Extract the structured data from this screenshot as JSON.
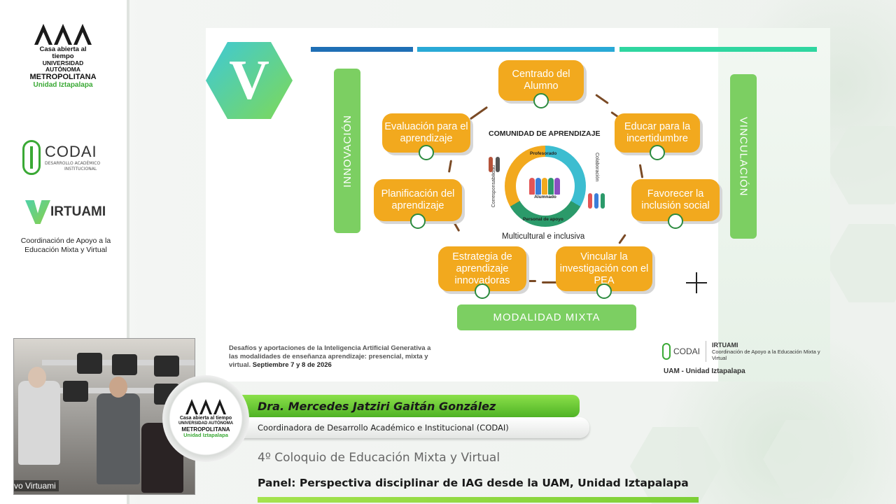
{
  "sidebar": {
    "uam_logo": {
      "line1": "Casa abierta al tiempo",
      "line2": "UNIVERSIDAD AUTÓNOMA",
      "line3": "METROPOLITANA",
      "line4": "Unidad Iztapalapa"
    },
    "codai": {
      "name": "CODAI",
      "subtitle_1": "DESARROLLO ACADÉMICO",
      "subtitle_2": "INSTITUCIONAL"
    },
    "virtuami": {
      "name": "IRTUAMI"
    },
    "coordination": "Coordinación de Apoyo a la Educación Mixta y Virtual"
  },
  "slide": {
    "left_pill": "INNOVACIÓN",
    "right_pill": "VINCULACIÓN",
    "bottom_pill": "MODALIDAD MIXTA",
    "center_title": "COMUNIDAD DE APRENDIZAJE",
    "center_subtitle": "Multicultural e inclusiva",
    "ring_top": "Profesorado",
    "ring_middle": "Alumnado",
    "ring_bottom": "Personal de apoyo",
    "left_side_label": "Corresponsabilidad",
    "right_side_label": "Colaboración",
    "nodes": [
      "Centrado del Alumno",
      "Educar para la incertidumbre",
      "Favorecer la inclusión social",
      "Vincular la investigación con el PEA",
      "Estrategia de aprendizaje innovadoras",
      "Planificación del aprendizaje",
      "Evaluación para el aprendizaje"
    ],
    "footer_text": "Desafíos y aportaciones de la Inteligencia Artificial Generativa a las modalidades de enseñanza aprendizaje: presencial, mixta y virtual.",
    "footer_dates": "Septiembre 7 y 8 de 2026",
    "footer_codai": "CODAI",
    "footer_virtuami": "IRTUAMI",
    "footer_virtuami_sub": "Coordinación de Apoyo a la Educación Mixta y Virtual",
    "footer_campus": "UAM - Unidad Iztapalapa",
    "colors": {
      "node": "#f2a91e",
      "pill": "#7ccf62",
      "bar_blue": "#1f6fb5",
      "bar_cyan": "#29a9d6",
      "bar_teal": "#2fd6a0"
    }
  },
  "webcam": {
    "label": "vo Virtuami"
  },
  "lower_third": {
    "speaker_name": "Dra. Mercedes Jatziri Gaitán González",
    "speaker_role": "Coordinadora de Desarrollo Académico e Institucional (CODAI)",
    "event": "4º Coloquio de Educación Mixta y Virtual",
    "panel": "Panel: Perspectiva disciplinar de IAG desde la UAM, Unidad Iztapalapa"
  }
}
